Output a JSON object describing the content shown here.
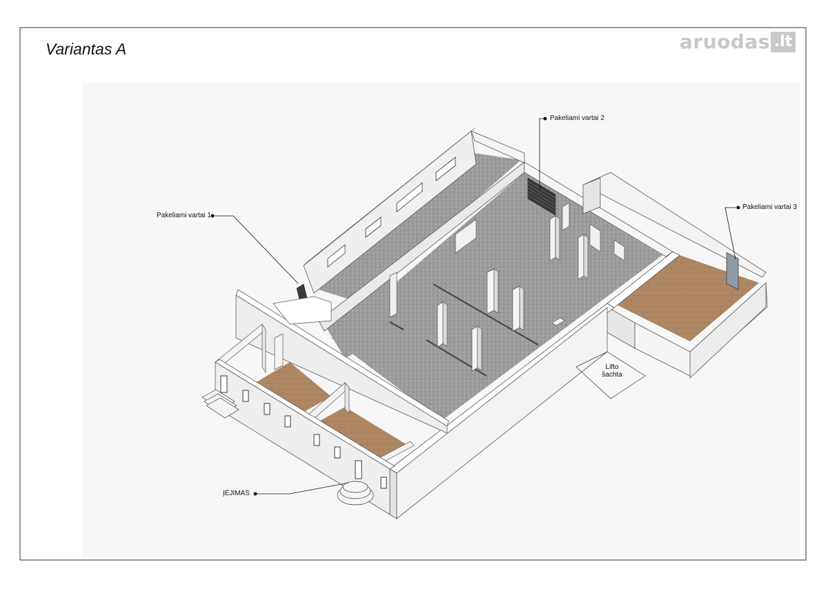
{
  "title": "Variantas A",
  "brand": {
    "name": "aruodas",
    "tld": ".lt"
  },
  "labels": {
    "gate1": "Pakeliami vartai 1",
    "gate2": "Pakeliami vartai 2",
    "gate3": "Pakeliami vartai 3",
    "lift_line1": "Lifto",
    "lift_line2": "šachta",
    "entrance": "ĮĖJIMAS"
  },
  "colors": {
    "wall_top": "#ffffff",
    "wall_side": "#e8e8e8",
    "wall_front": "#f2f2f2",
    "concrete_floor": "#9a9a9a",
    "wood_floor": "#b28a66",
    "gate_dark": "#3a3a3a",
    "gate3_panel": "#8d9aa6"
  }
}
